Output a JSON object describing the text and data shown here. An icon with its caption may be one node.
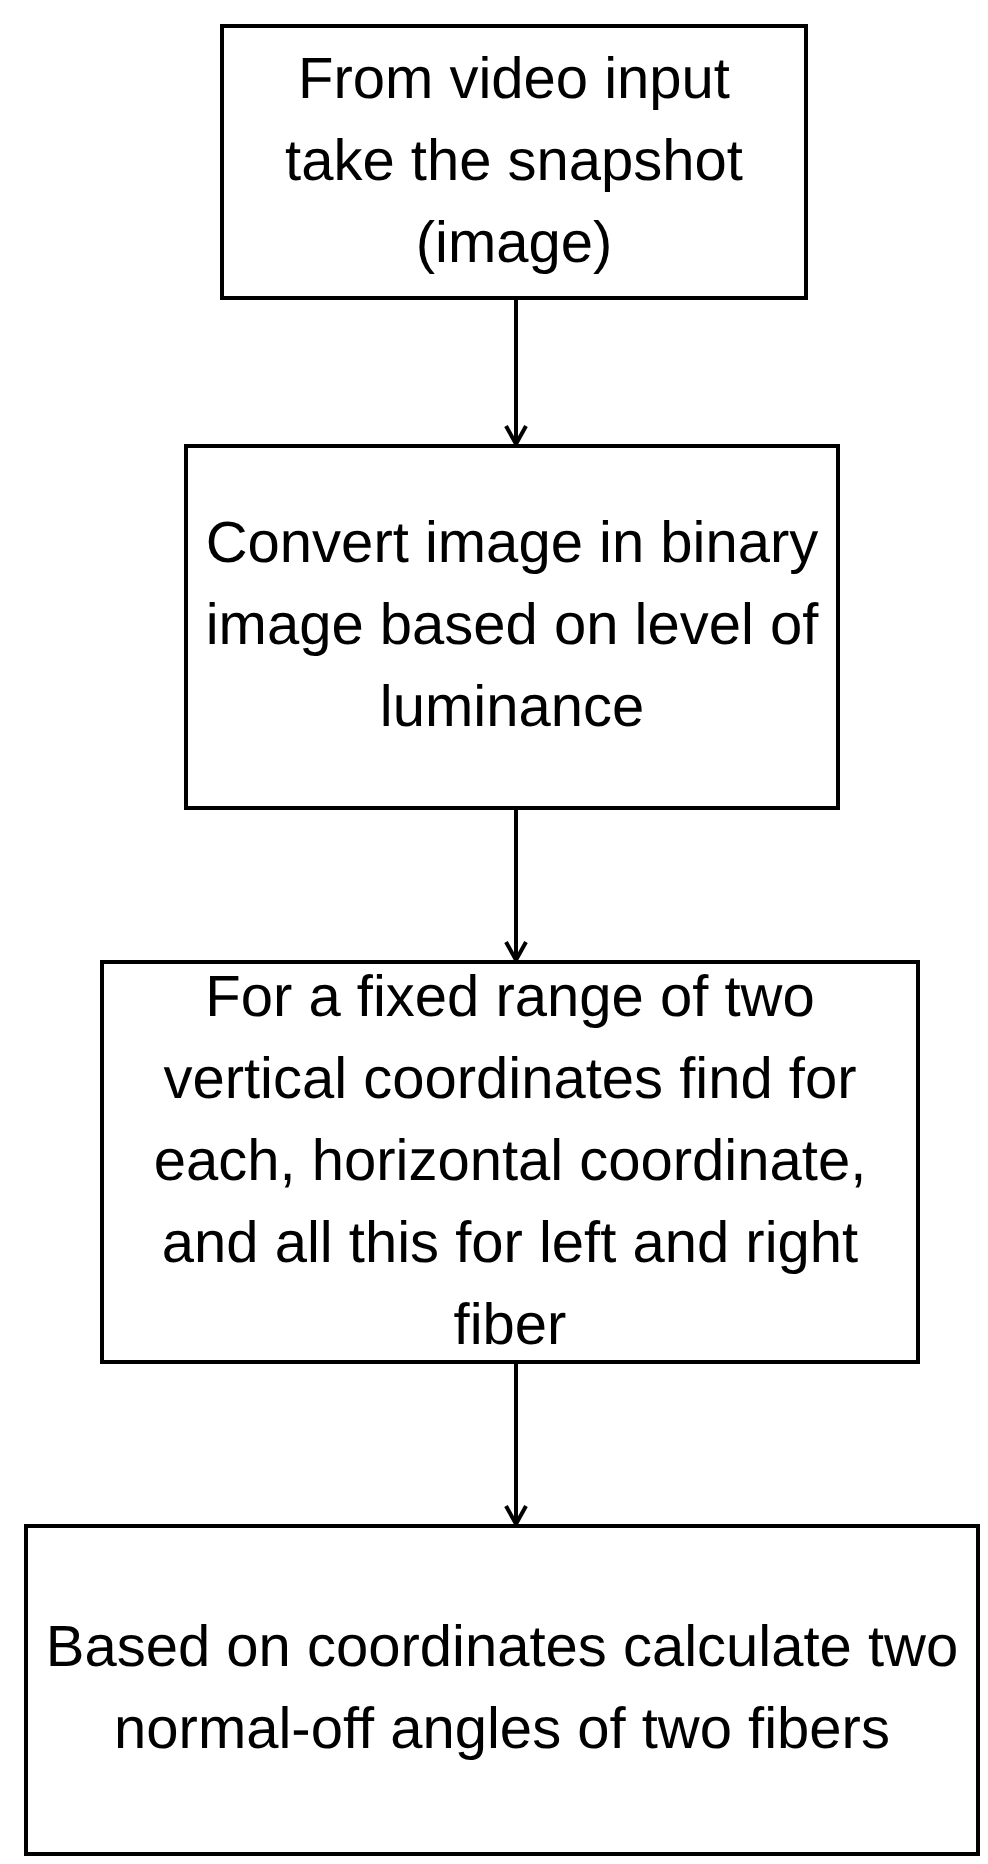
{
  "diagram": {
    "nodes": [
      {
        "text": [
          "From video input take the snapshot (image)"
        ]
      },
      {
        "text": [
          "Convert image in binary image based on level of luminance"
        ]
      },
      {
        "text": [
          "For a fixed range of two vertical coordinates find for each, horizontal coordinate, and all this for left and right fiber"
        ]
      },
      {
        "text": [
          "Based on coordinates calculate two normal-off angles of two fibers"
        ]
      }
    ],
    "edges": [
      {
        "from": 0,
        "to": 1,
        "arrow": "to"
      },
      {
        "from": 1,
        "to": 2,
        "arrow": "to"
      },
      {
        "from": 2,
        "to": 3,
        "arrow": "to"
      }
    ]
  }
}
